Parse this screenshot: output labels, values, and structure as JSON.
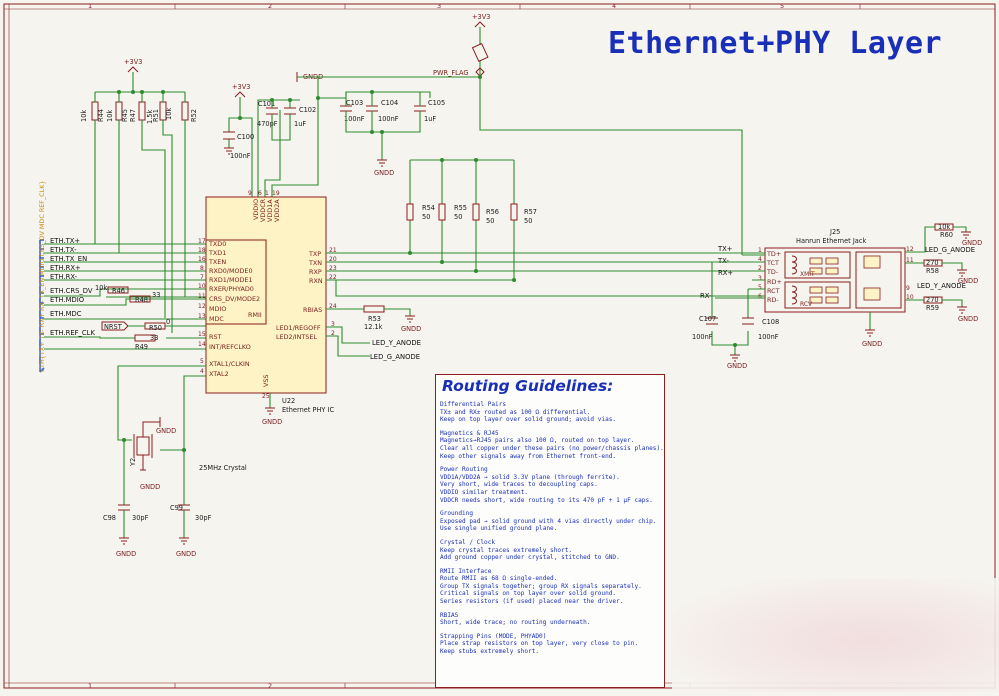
{
  "title": "Ethernet+PHY Layer",
  "border": {
    "cols": [
      "1",
      "2",
      "3",
      "4",
      "5"
    ]
  },
  "power": {
    "v3_left": "+3V3",
    "v3_mid": "+3V3",
    "v3_top": "+3V3",
    "gndd": "GNDD",
    "pwr_flag": "PWR_FLAG"
  },
  "resistors_pull": [
    {
      "ref": "R44",
      "val": "10k"
    },
    {
      "ref": "R45",
      "val": "10k"
    },
    {
      "ref": "R47",
      "val": "1.5k"
    },
    {
      "ref": "R51",
      "val": "10k"
    },
    {
      "ref": "R52",
      "val": "10k"
    }
  ],
  "caps_top": {
    "c100": "C100",
    "c100v": "100nF",
    "c101": "C101",
    "c101v": "470pF",
    "c102": "C102",
    "c102v": "1uF",
    "c103": "C103",
    "c103v": "100nF",
    "c104": "C104",
    "c104v": "100nF",
    "c105": "C105",
    "c105v": "1uF"
  },
  "nets_left": [
    "ETH.TX+",
    "ETH.TX-",
    "ETH.TX_EN",
    "ETH.RX+",
    "ETH.RX-",
    "ETH.CRS_DV",
    "ETH.MDIO",
    "ETH.MDC",
    "ETH.REF_CLK"
  ],
  "bus_label": "ETH{TX+ TX- RX+ RX- TX_EN MDIO CRS_DV MDC REF_CLK}",
  "small_res": {
    "r46": "R46",
    "r46v": "10k",
    "r48": "R48",
    "r48v": "33",
    "r50": "R50",
    "r50v": "0",
    "r49": "R49",
    "r49v": "33",
    "nrst": "NRST"
  },
  "ic": {
    "ref": "U22",
    "name": "Ethernet PHY IC",
    "rmii": "RMII",
    "top_pins": [
      "VDDIO",
      "VDDCR",
      "VDD1A",
      "VDD2A"
    ],
    "top_nums": [
      "9",
      "6",
      "1",
      "19"
    ],
    "left_pins": [
      "TXD0",
      "TXD1",
      "TXEN",
      "RXD0/MODE0",
      "RXD1/MODE1",
      "RXER/PHYAD0",
      "CRS_DV/MODE2",
      "MDIO",
      "MDC",
      "RST",
      "INT/REFCLKO",
      "XTAL1/CLKIN",
      "XTAL2"
    ],
    "left_nums": [
      "17",
      "18",
      "16",
      "8",
      "7",
      "10",
      "11",
      "12",
      "13",
      "15",
      "14",
      "5",
      "4"
    ],
    "right_pins": [
      "TXP",
      "TXN",
      "RXP",
      "RXN",
      "RBIAS",
      "LED1/REGOFF",
      "LED2/INTSEL"
    ],
    "right_nums": [
      "21",
      "20",
      "23",
      "22",
      "24",
      "3",
      "2"
    ],
    "vss": "VSS",
    "vss_num": "25"
  },
  "right_res": [
    {
      "ref": "R54",
      "val": "50"
    },
    {
      "ref": "R55",
      "val": "50"
    },
    {
      "ref": "R56",
      "val": "50"
    },
    {
      "ref": "R57",
      "val": "50"
    }
  ],
  "rbias": {
    "ref": "R53",
    "val": "12.1k"
  },
  "led_nets": {
    "y": "LED_Y_ANODE",
    "g": "LED_G_ANODE"
  },
  "crystal": {
    "ref": "Y2",
    "name": "25MHz Crystal",
    "c98": "C98",
    "c98v": "30pF",
    "c99": "C99",
    "c99v": "30pF"
  },
  "jack": {
    "ref": "J25",
    "name": "Hanrun Ethernet Jack",
    "pins_left": [
      "TD+",
      "TCT",
      "TD-",
      "RD+",
      "RCT",
      "RD-"
    ],
    "nums_left": [
      "1",
      "4",
      "2",
      "3",
      "5",
      "6"
    ],
    "xmit": "XMIT",
    "rcv": "RCV",
    "r58": "R58",
    "r58v": "270",
    "r59": "R59",
    "r59v": "270",
    "r60": "R60",
    "r60v": "10k",
    "led_g": "LED_G_ANODE",
    "led_y": "LED_Y_ANODE",
    "c107": "C107",
    "c107v": "100nF",
    "c108": "C108",
    "c108v": "100nF",
    "tx_p": "TX+",
    "tx_n": "TX-",
    "rx_p": "RX+",
    "rx_n": "RX-"
  },
  "guidelines": {
    "title": "Routing Guidelines:",
    "sections": [
      {
        "lines": [
          "Differential Pairs",
          "TX± and RX± routed as 100 Ω differential.",
          "Keep on top layer over solid ground; avoid vias."
        ]
      },
      {
        "lines": [
          "Magnetics & RJ45",
          "Magnetics→RJ45 pairs also 100 Ω, routed on top layer.",
          "Clear all copper under these pairs (no power/chassis planes).",
          "Keep other signals away from Ethernet front-end."
        ]
      },
      {
        "lines": [
          "Power Routing",
          "VDD1A/VDD2A → solid 3.3V plane (through ferrite).",
          "Very short, wide traces to decoupling caps.",
          "VDDIO similar treatment.",
          "VDDCR needs short, wide routing to its 470 pF + 1 µF caps."
        ]
      },
      {
        "lines": [
          "Grounding",
          "Exposed pad → solid ground with 4 vias directly under chip.",
          "Use single unified ground plane."
        ]
      },
      {
        "lines": [
          "Crystal / Clock",
          "Keep crystal traces extremely short.",
          "Add ground copper under crystal, stitched to GND."
        ]
      },
      {
        "lines": [
          "RMII Interface",
          "Route RMII as 68 Ω single-ended.",
          "Group TX signals together; group RX signals separately.",
          "Critical signals on top layer over solid ground.",
          "Series resistors (if used) placed near the driver."
        ]
      },
      {
        "lines": [
          "RBIAS",
          "Short, wide trace; no routing underneath."
        ]
      },
      {
        "lines": [
          "Strapping Pins (MODE, PHYAD0)",
          "Place strap resistors on top layer, very close to pin.",
          "Keep stubs extremely short."
        ]
      }
    ]
  }
}
